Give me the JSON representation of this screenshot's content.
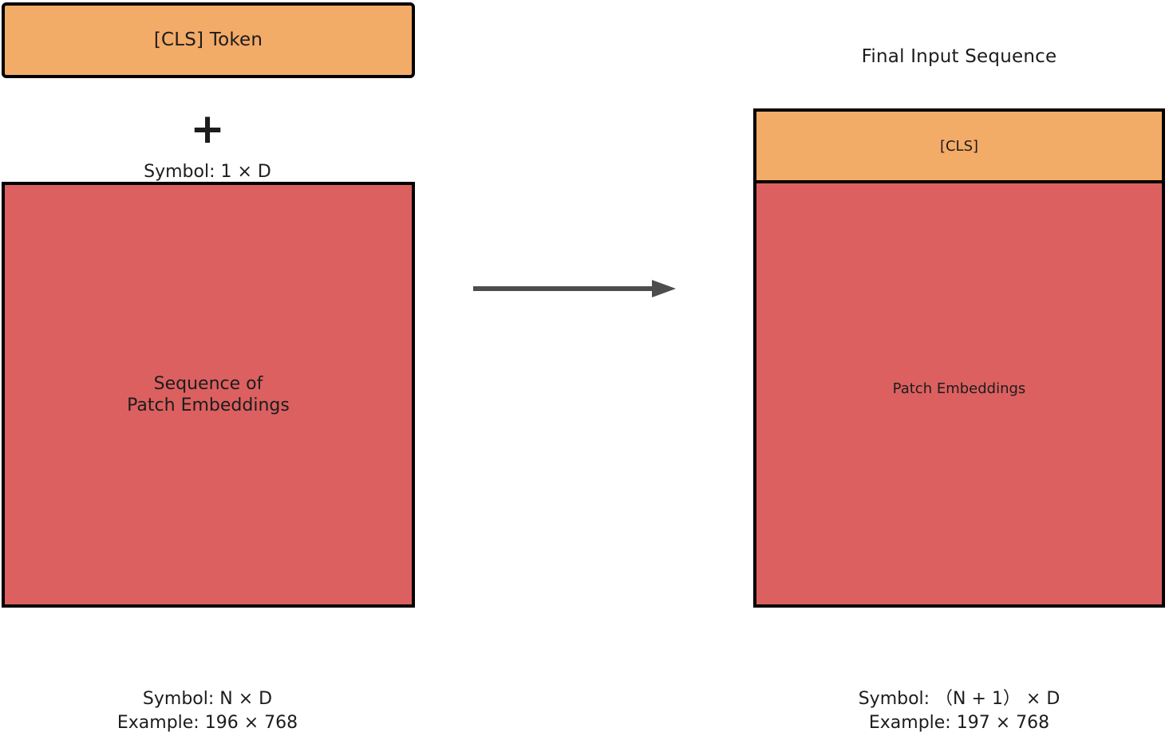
{
  "diagram": {
    "title": "Final Input Sequence",
    "background_color": "#FFFFFF",
    "accent_colors": {
      "cls_orange": "#F3AB68",
      "patch_red": "#DC6060",
      "outline_black": "#000000",
      "arrow_gray": "#4D4D4D"
    }
  },
  "left": {
    "cls_token": {
      "label": "[CLS] Token",
      "fill_color": "#F3AB68"
    },
    "operator": "+",
    "cls_shape_caption": "Symbol: 1 × D",
    "patch_sequence": {
      "label": "Sequence of\nPatch Embeddings",
      "fill_color": "#DC6060"
    },
    "caption": "Symbol: N × D\nExample: 196 × 768",
    "caption_lines": [
      "Symbol: N × D",
      "Example: 196 × 768"
    ]
  },
  "arrow": {
    "icon": "right-arrow-icon",
    "direction": "right",
    "color": "#4D4D4D"
  },
  "right": {
    "title": "Final Input Sequence",
    "cls_cell": {
      "label": "[CLS]",
      "fill_color": "#F3AB68"
    },
    "patch_cell": {
      "label": "Patch Embeddings",
      "fill_color": "#DC6060"
    },
    "caption": "Symbol: （N + 1） × D\nExample: 197 × 768",
    "caption_lines": [
      "Symbol: （N + 1） × D",
      "Example: 197 × 768"
    ]
  }
}
